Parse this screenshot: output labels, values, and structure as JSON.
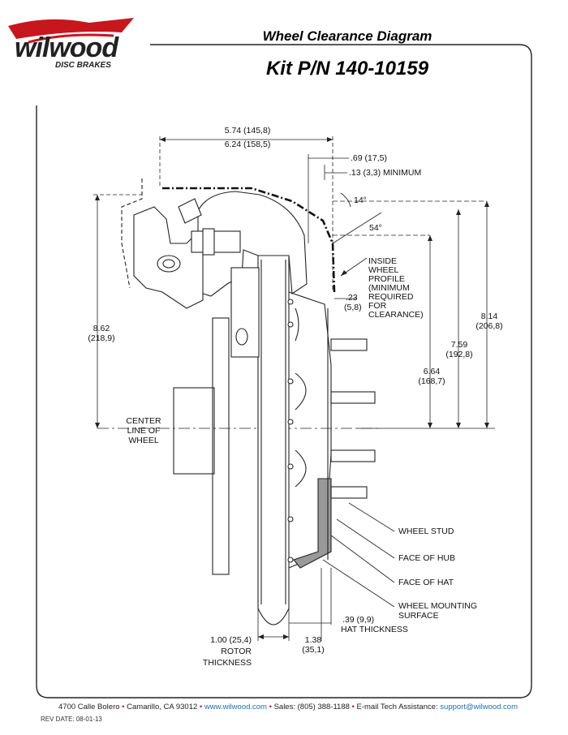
{
  "brand": {
    "name": "wilwood",
    "tagline": "DISC BRAKES",
    "colors": {
      "red": "#c8161d",
      "dark": "#222222",
      "link": "#1a6fb5"
    }
  },
  "header": {
    "title": "Wheel Clearance Diagram",
    "kit": "Kit P/N 140-10159"
  },
  "dimensions": {
    "d574": "5.74 (145,8)",
    "d624": "6.24 (158,5)",
    "d069": ".69 (17,5)",
    "d013": ".13 (3,3) MINIMUM",
    "a14": "14°",
    "a54": "54°",
    "d023a": ".23",
    "d023b": "(5,8)",
    "d862a": "8.62",
    "d862b": "(218,9)",
    "d814a": "8.14",
    "d814b": "(206,8)",
    "d759a": "7.59",
    "d759b": "(192,8)",
    "d664a": "6.64",
    "d664b": "(168,7)",
    "d100a": "1.00 (25,4)",
    "d100b": "ROTOR",
    "d100c": "THICKNESS",
    "d138a": "1.38",
    "d138b": "(35,1)",
    "d039a": ".39 (9,9)",
    "d039b": "HAT THICKNESS"
  },
  "labels": {
    "inside1": "INSIDE",
    "inside2": "WHEEL",
    "inside3": "PROFILE",
    "inside4": "(MINIMUM",
    "inside5": "REQUIRED",
    "inside6": "FOR",
    "inside7": "CLEARANCE)",
    "center1": "CENTER",
    "center2": "LINE OF",
    "center3": "WHEEL",
    "stud": "WHEEL STUD",
    "hub": "FACE OF HUB",
    "hat": "FACE OF HAT",
    "mount1": "WHEEL MOUNTING",
    "mount2": "SURFACE"
  },
  "footer": {
    "address": "4700 Calle Bolero",
    "city": "Camarillo, CA 93012",
    "web": "www.wilwood.com",
    "sales": "Sales: (805) 388-1188",
    "email_label": "E-mail Tech Assistance:",
    "email": "support@wilwood.com",
    "rev": "REV DATE:  08-01-13"
  }
}
